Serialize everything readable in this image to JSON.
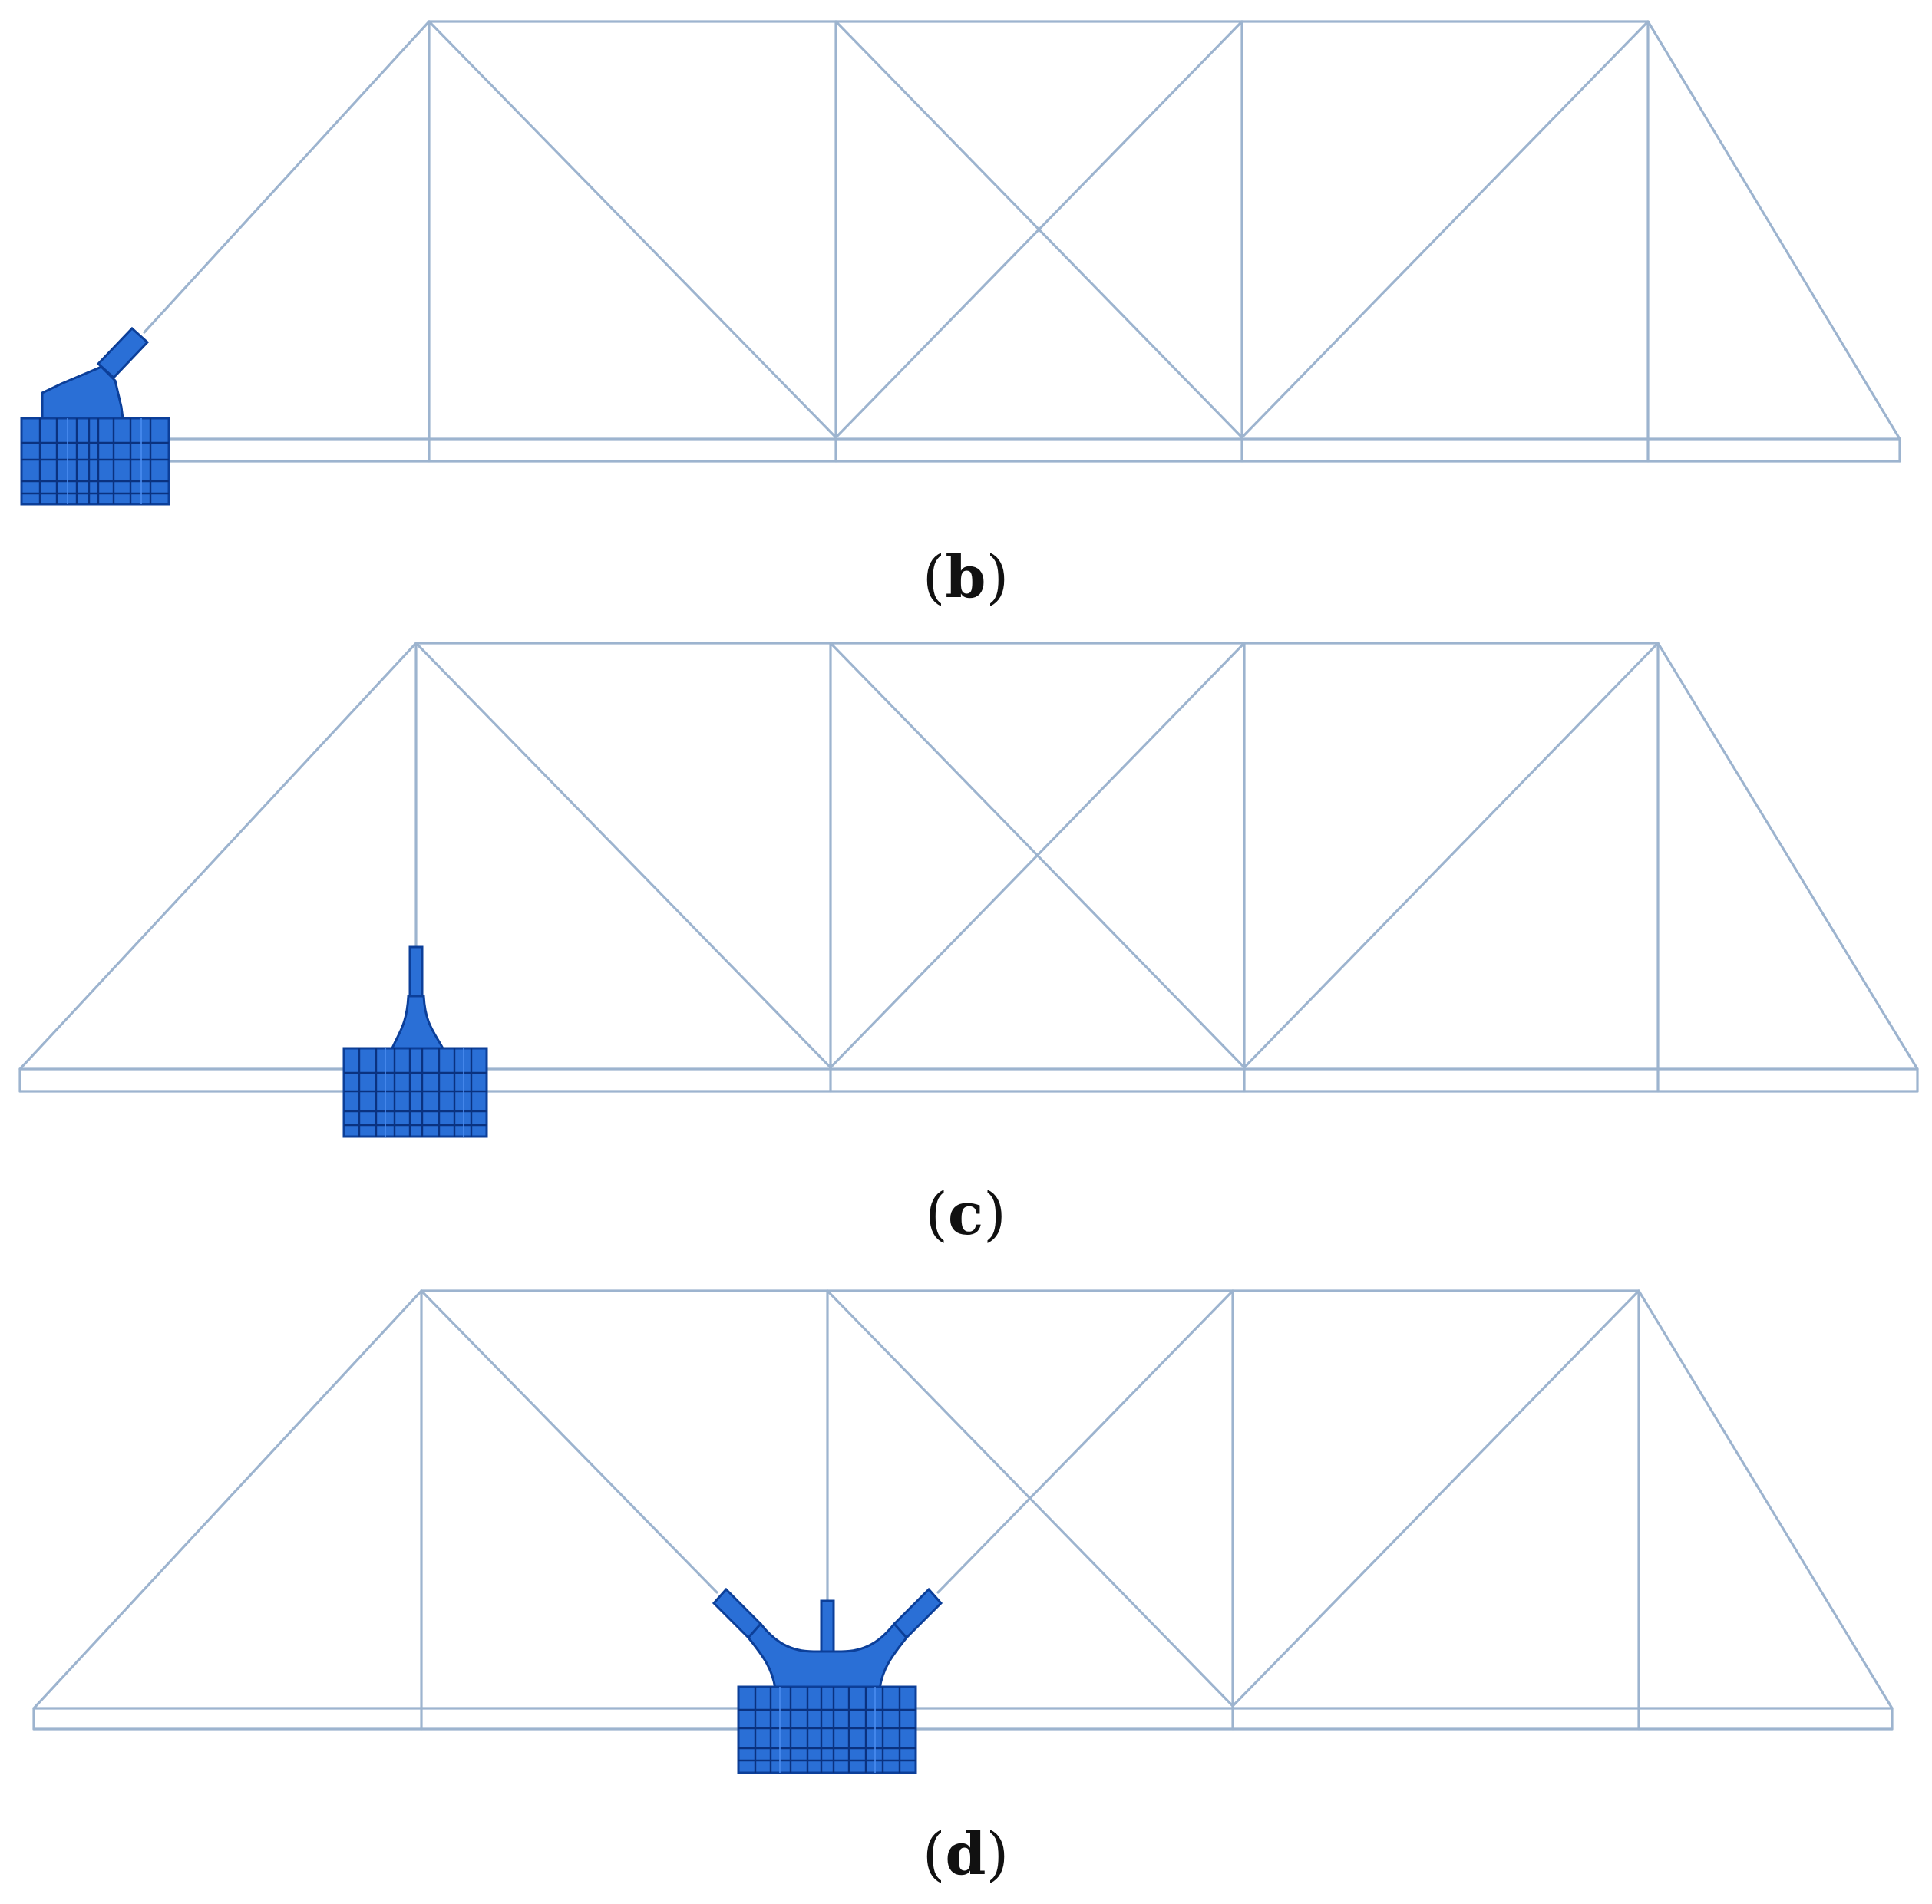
{
  "panels": [
    {
      "id": "b",
      "caption": {
        "open": "(",
        "letter": "b",
        "close": ")"
      },
      "joint_type": "inclined-single"
    },
    {
      "id": "c",
      "caption": {
        "open": "(",
        "letter": "c",
        "close": ")"
      },
      "joint_type": "vertical-single"
    },
    {
      "id": "d",
      "caption": {
        "open": "(",
        "letter": "d",
        "close": ")"
      },
      "joint_type": "y-triple"
    }
  ],
  "colors": {
    "truss": "#9db4cf",
    "joint_fill": "#2a6fd6",
    "joint_edge": "#0c3f99",
    "caption_text": "#111111"
  }
}
